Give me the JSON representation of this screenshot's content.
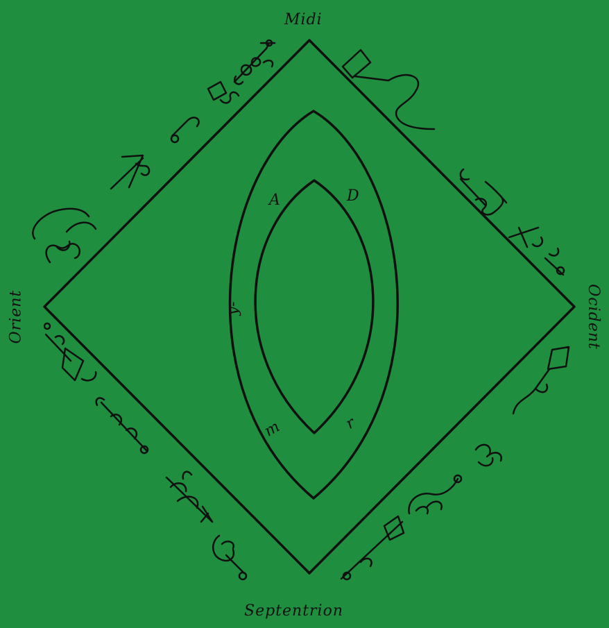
{
  "directions": {
    "top": "Midi",
    "bottom": "Septentrion",
    "left": "Orient",
    "right": "Ocident"
  },
  "inner_letters": {
    "upper_left": "A",
    "upper_right": "D",
    "left": "y-",
    "lower_left": "m",
    "lower_right": "r"
  },
  "colors": {
    "background": "#1f8f3f",
    "ink": "#101010"
  },
  "symbols": [
    "sigil-top-left-1",
    "sigil-top-left-2",
    "sigil-top-left-3",
    "sigil-top-left-4",
    "sigil-top-left-5",
    "sigil-top-right-1",
    "sigil-top-right-2",
    "sigil-top-right-3",
    "sigil-bottom-left-1",
    "sigil-bottom-left-2",
    "sigil-bottom-left-3",
    "sigil-bottom-left-4",
    "sigil-bottom-right-1",
    "sigil-bottom-right-2",
    "sigil-bottom-right-3",
    "sigil-bottom-right-4"
  ]
}
